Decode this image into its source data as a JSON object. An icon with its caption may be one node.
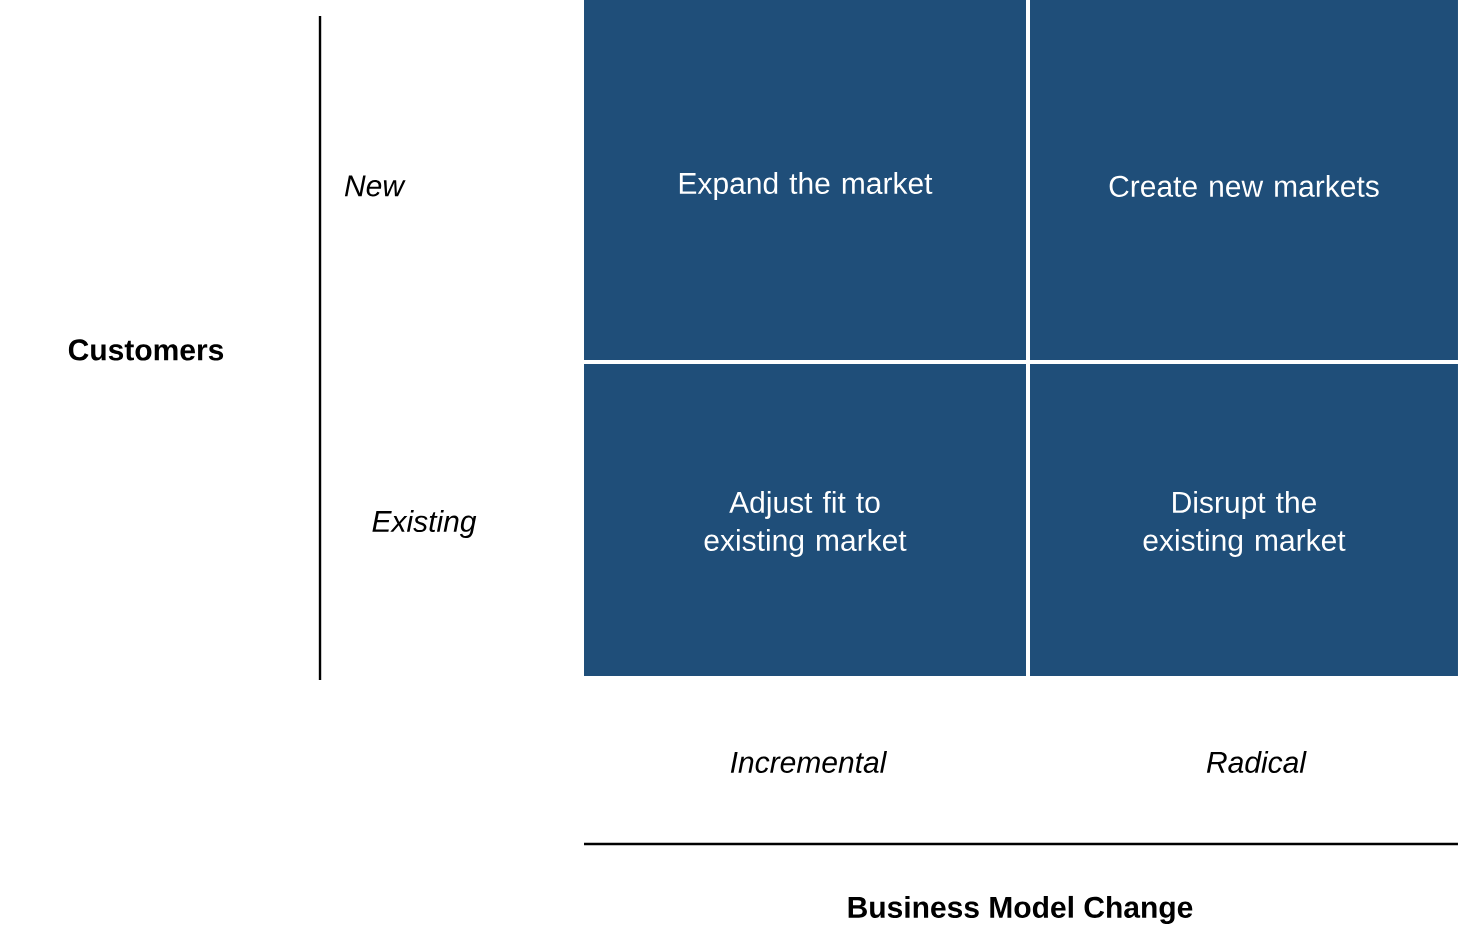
{
  "diagram": {
    "nodes": [
      {
        "text": [
          "Expand the market"
        ]
      },
      {
        "text": [
          "Create new markets"
        ]
      },
      {
        "text": [
          "Adjust fit to existing market"
        ]
      },
      {
        "text": [
          "Disrupt the existing market"
        ]
      }
    ],
    "labels": [
      "Customers",
      "New",
      "Existing",
      "Incremental",
      "Radical",
      "Business Model Change"
    ]
  }
}
